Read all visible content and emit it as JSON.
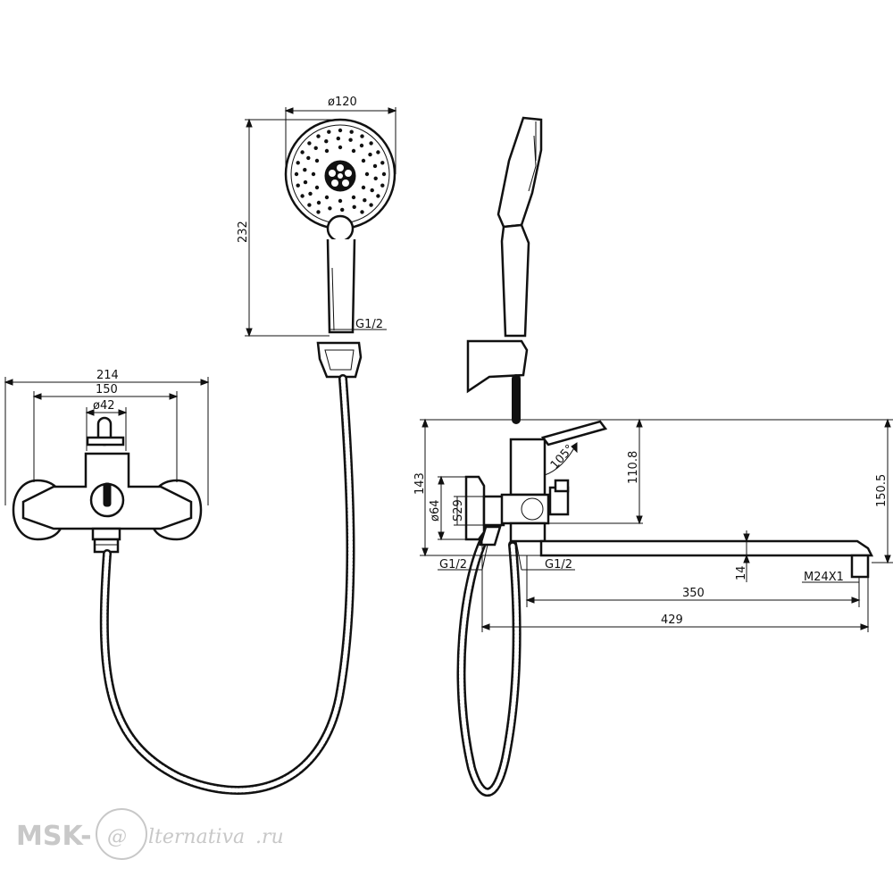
{
  "dimensions": {
    "head_diameter": "ø120",
    "shower_length": "232",
    "shower_thread": "G1/2",
    "body_width": "214",
    "inlet_spacing": "150",
    "handle_diameter": "ø42",
    "total_height": "143",
    "flange_diameter": "ø64",
    "flange_s": "S29",
    "lever_angle": "105°",
    "outlet_height": "110.8",
    "spout_height": "150.5",
    "inlet_thread": "G1/2",
    "outlet_thread": "G1/2",
    "spout_drop": "14",
    "aerator_thread": "M24X1",
    "spout_reach": "350",
    "overall_length": "429"
  },
  "watermark": {
    "prefix": "MSK-",
    "at": "@",
    "suffix": "lternativa",
    "domain": ".ru"
  }
}
